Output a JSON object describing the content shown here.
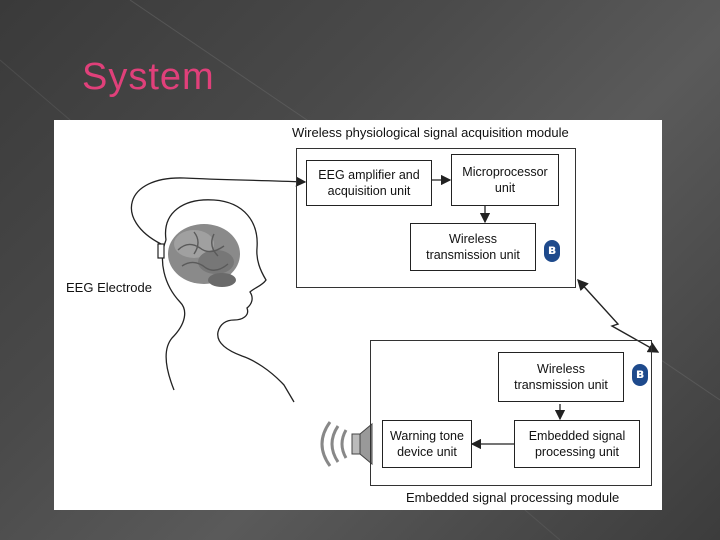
{
  "slide": {
    "title": "System"
  },
  "diagram": {
    "acquisition_module": {
      "title": "Wireless physiological signal acquisition module",
      "eeg_amplifier": [
        "EEG amplifier and",
        "acquisition unit"
      ],
      "microprocessor": [
        "Microprocessor",
        "unit"
      ],
      "wireless_tx": [
        "Wireless",
        "transmission unit"
      ]
    },
    "processing_module": {
      "title": "Embedded signal processing module",
      "wireless_tx": [
        "Wireless",
        "transmission unit"
      ],
      "warning_tone": [
        "Warning tone",
        "device unit"
      ],
      "embedded_signal": [
        "Embedded signal",
        "processing unit"
      ]
    },
    "electrode_label": "EEG Electrode",
    "bluetooth_glyph": "ʙ",
    "icons": [
      "brain-icon",
      "speaker-icon",
      "bluetooth-icon"
    ],
    "colors": {
      "title": "#e0407a",
      "bluetooth": "#1e4a8c"
    }
  }
}
